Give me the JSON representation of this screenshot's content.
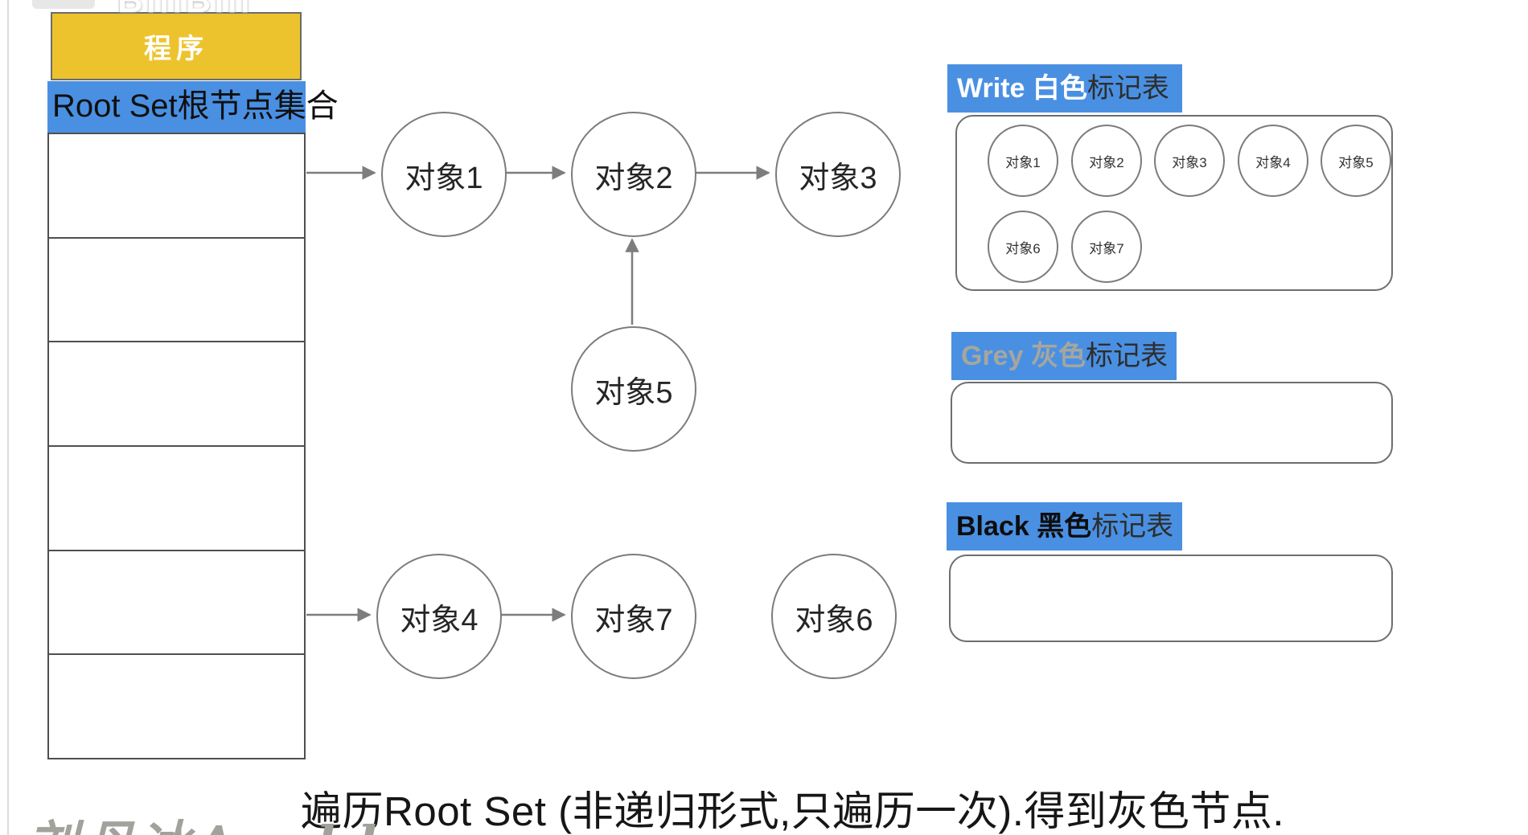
{
  "watermark": {
    "top_logo": "BiliBili",
    "signature": "刘丹冰Aceld"
  },
  "memory_table": {
    "header": "程序",
    "root_set_label": "Root Set根节点集合",
    "empty_cell_count": 6
  },
  "graph": {
    "nodes": [
      {
        "id": "obj1",
        "label": "对象1"
      },
      {
        "id": "obj2",
        "label": "对象2"
      },
      {
        "id": "obj3",
        "label": "对象3"
      },
      {
        "id": "obj4",
        "label": "对象4"
      },
      {
        "id": "obj5",
        "label": "对象5"
      },
      {
        "id": "obj6",
        "label": "对象6"
      },
      {
        "id": "obj7",
        "label": "对象7"
      }
    ],
    "edges": [
      {
        "from": "root_set_cell_1",
        "to": "对象1"
      },
      {
        "from": "对象1",
        "to": "对象2"
      },
      {
        "from": "对象2",
        "to": "对象3"
      },
      {
        "from": "对象5",
        "to": "对象2"
      },
      {
        "from": "root_set_cell_6",
        "to": "对象4"
      },
      {
        "from": "对象4",
        "to": "对象7"
      }
    ]
  },
  "mark_tables": [
    {
      "id": "white",
      "label_highlight": "Write 白色",
      "label_rest": "标记表",
      "objects": [
        "对象1",
        "对象2",
        "对象3",
        "对象4",
        "对象5",
        "对象6",
        "对象7"
      ]
    },
    {
      "id": "grey",
      "label_highlight": "Grey 灰色",
      "label_rest": "标记表",
      "objects": []
    },
    {
      "id": "black",
      "label_highlight": "Black 黑色",
      "label_rest": "标记表",
      "objects": []
    }
  ],
  "caption": "遍历Root Set (非递归形式,只遍历一次).得到灰色节点.",
  "colors": {
    "accent_blue": "#4a90e2",
    "header_yellow": "#edc32d",
    "arrow_gray": "#7d7d7d",
    "grey_label_text": "#a6a69e"
  }
}
